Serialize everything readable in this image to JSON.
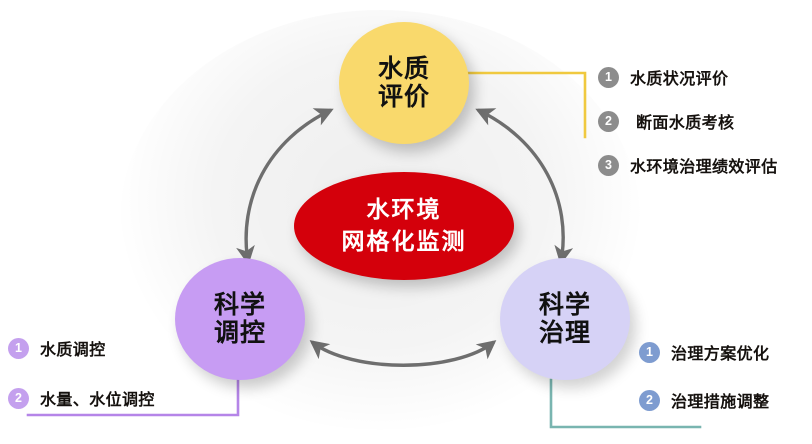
{
  "diagram": {
    "title": "水环境网格化监测",
    "core": {
      "name": "core-node",
      "lines": [
        "水环境",
        "网格化监测"
      ],
      "color": "#d4000b",
      "text_color": "#ffffff"
    },
    "nodes": [
      {
        "id": "evaluation",
        "lines": [
          "水质",
          "评价"
        ],
        "color": "#f9d96c",
        "connector_color": "#f0c93f"
      },
      {
        "id": "regulation",
        "lines": [
          "科学",
          "调控"
        ],
        "color": "#c79cf3",
        "connector_color": "#b585e8"
      },
      {
        "id": "governance",
        "lines": [
          "科学",
          "治理"
        ],
        "color": "#d6d2f6",
        "connector_color": "#79b5b0"
      }
    ],
    "arrow_color": "#6e6e6e"
  },
  "legends": {
    "evaluation": {
      "badge_color": "#8c8c8c",
      "items": [
        {
          "num": "1",
          "label": "水质状况评价"
        },
        {
          "num": "2",
          "label": "断面水质考核"
        },
        {
          "num": "3",
          "label": "水环境治理绩效评估"
        }
      ]
    },
    "regulation": {
      "badge_color": "#c4a0ee",
      "items": [
        {
          "num": "1",
          "label": "水质调控"
        },
        {
          "num": "2",
          "label": "水量、水位调控"
        }
      ]
    },
    "governance": {
      "badge_color": "#7e9cd0",
      "items": [
        {
          "num": "1",
          "label": "治理方案优化"
        },
        {
          "num": "2",
          "label": "治理措施调整"
        }
      ]
    }
  }
}
